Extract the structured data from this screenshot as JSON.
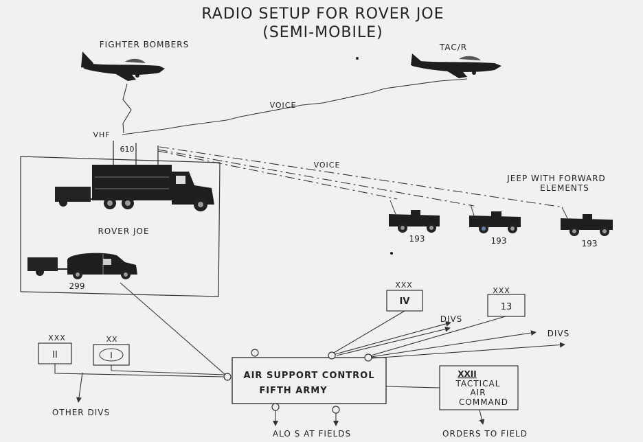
{
  "title": {
    "line1": "RADIO SETUP FOR ROVER JOE",
    "line2": "(SEMI-MOBILE)"
  },
  "aircraft": {
    "fighter_bombers": "FIGHTER BOMBERS",
    "tac_r": "TAC/R"
  },
  "links": {
    "voice_air": "VOICE",
    "voice_ground": "VOICE",
    "vhf": "VHF",
    "set_610": "610"
  },
  "rover_joe": {
    "label": "ROVER JOE",
    "car_number": "299"
  },
  "jeeps": {
    "group_label_line1": "JEEP WITH FORWARD",
    "group_label_line2": "ELEMENTS",
    "numbers": [
      "193",
      "193",
      "193"
    ]
  },
  "corps": {
    "iv": {
      "echelon": "XXX",
      "designation": "IV"
    },
    "xiii": {
      "echelon": "XXX",
      "designation": "13"
    },
    "ii": {
      "echelon": "XXX",
      "designation": "II"
    },
    "i": {
      "echelon": "XX",
      "designation": "I"
    }
  },
  "divs": {
    "divs_1": "DIVS",
    "divs_2": "DIVS",
    "other_divs": "OTHER DIVS"
  },
  "air_support": {
    "line1": "AIR SUPPORT CONTROL",
    "line2": "FIFTH ARMY"
  },
  "tac": {
    "unit": "XXII",
    "line1": "TACTICAL",
    "line2": "AIR",
    "line3": "COMMAND"
  },
  "outputs": {
    "alos": "ALO S AT FIELDS",
    "orders": "ORDERS TO FIELD"
  }
}
